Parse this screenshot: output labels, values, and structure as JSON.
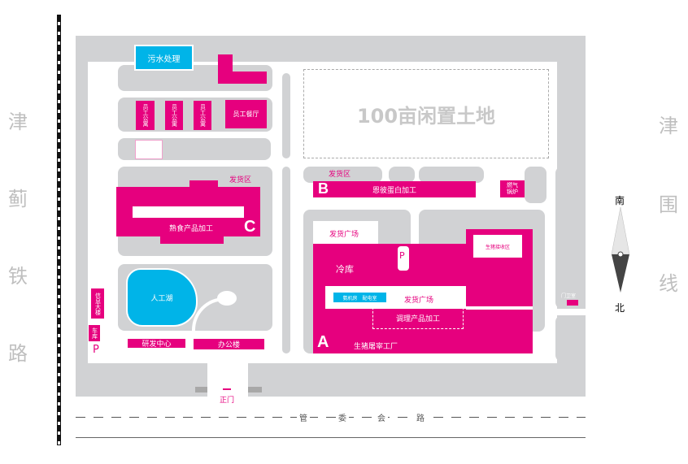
{
  "left_railway": {
    "chars": [
      "津",
      "蓟",
      "铁",
      "路"
    ]
  },
  "right_line": {
    "chars": [
      "津",
      "围",
      "线"
    ]
  },
  "buildings": {
    "sewage": "污水处理",
    "dorm": "员工公寓",
    "canteen": "员工餐厅",
    "idle_land": "100亩闲置土地",
    "shipping_area_c": "发货区",
    "cooked_food": "熟食产品加工",
    "letter_c": "C",
    "shipping_area_b": "发货区",
    "egg_white": "恩彼蛋白加工",
    "letter_b": "B",
    "boiler": "燃气锅炉",
    "shipping_plaza_1": "发货广场",
    "cold_storage": "冷库",
    "parking_p": "P",
    "pig_receiving": "生猪接收区",
    "ammonia_room": "氨机房",
    "power_room": "配电室",
    "shipping_plaza_2": "发货广场",
    "prepared_food": "调理产品加工",
    "slaughter": "生猪屠宰工厂",
    "letter_a": "A",
    "lake": "人工湖",
    "info_building": "信息大楼",
    "garage": "车库",
    "parking_p2": "P",
    "rnd_center": "研发中心",
    "office": "办公楼",
    "main_gate": "正门",
    "guard_room": "门卫室"
  },
  "compass": {
    "south": "南",
    "north": "北"
  },
  "road": {
    "name_chars": [
      "管",
      "委",
      "会",
      "路"
    ]
  },
  "colors": {
    "magenta": "#e6007e",
    "blue": "#00b4e8",
    "gray": "#d1d2d4"
  }
}
